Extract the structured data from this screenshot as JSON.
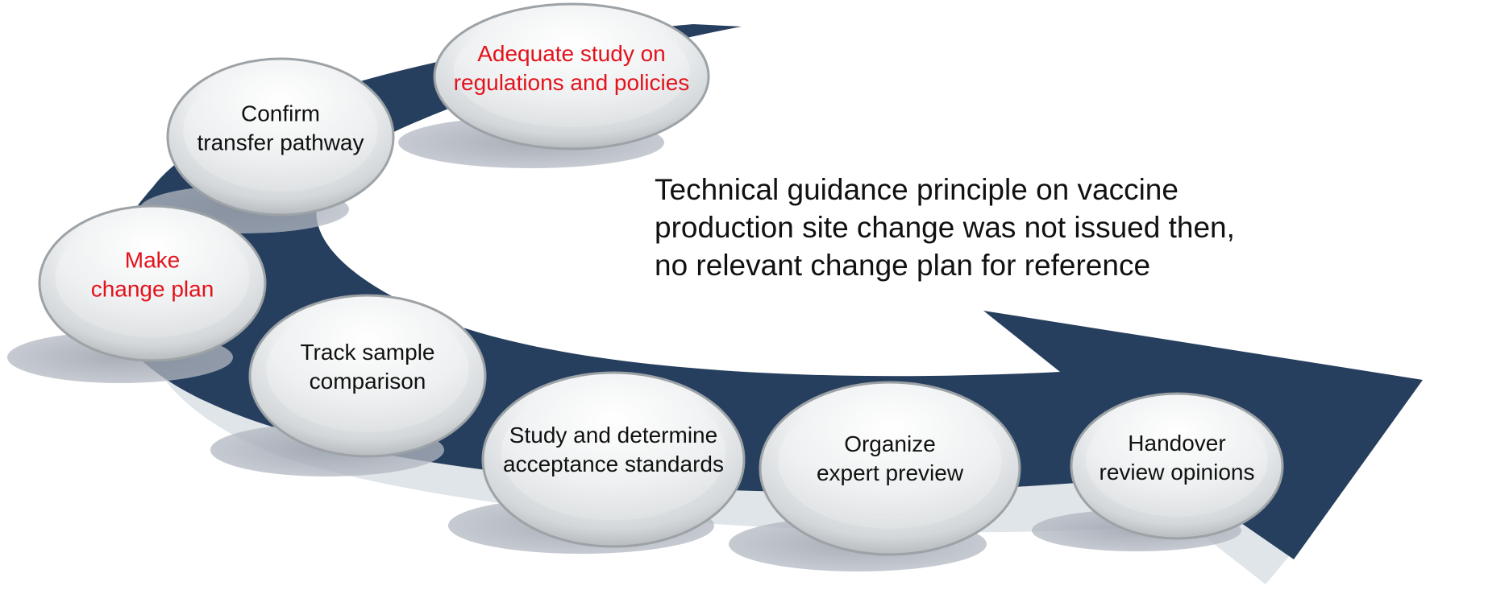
{
  "colors": {
    "arrow": "#273f5e",
    "arrow_shadow": "#dfe5e8",
    "text_default": "#111111",
    "text_highlight": "#e3121b",
    "note_text": "#111111"
  },
  "steps": [
    {
      "lines": [
        "Adequate study on",
        "regulations and policies"
      ],
      "highlight": true
    },
    {
      "lines": [
        "Confirm",
        "transfer pathway"
      ],
      "highlight": false
    },
    {
      "lines": [
        "Make",
        "change plan"
      ],
      "highlight": true
    },
    {
      "lines": [
        "Track sample",
        "comparison"
      ],
      "highlight": false
    },
    {
      "lines": [
        "Study and determine",
        "acceptance standards"
      ],
      "highlight": false
    },
    {
      "lines": [
        "Organize",
        "expert preview"
      ],
      "highlight": false
    },
    {
      "lines": [
        "Handover",
        "review opinions"
      ],
      "highlight": false
    }
  ],
  "note": {
    "lines": [
      "Technical guidance principle on vaccine",
      "production site change was not issued then,",
      "no relevant change plan for reference"
    ]
  }
}
